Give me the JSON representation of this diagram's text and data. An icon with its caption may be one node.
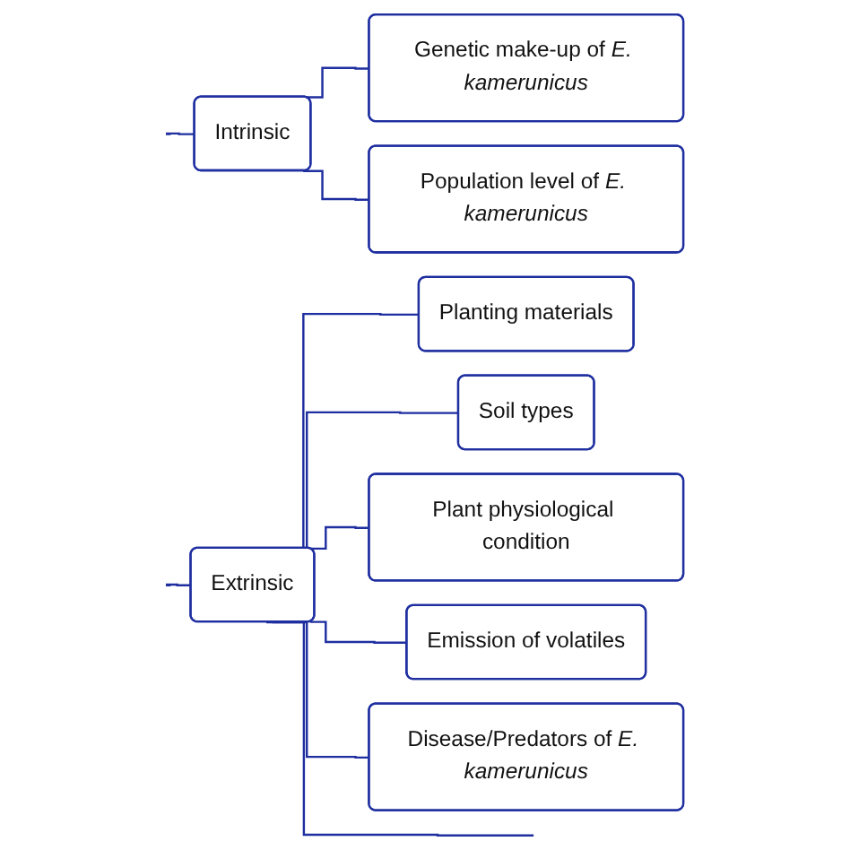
{
  "diagram": {
    "nodes": [
      {
        "text": [
          "Intrinsic"
        ]
      },
      {
        "text": [
          "Extrinsic"
        ]
      },
      {
        "text": [
          "Genetic make-up of *E. kamerunicus*"
        ]
      },
      {
        "text": [
          "Population level of *E. kamerunicus*"
        ]
      },
      {
        "text": [
          "Planting materials"
        ]
      },
      {
        "text": [
          "Soil types"
        ]
      },
      {
        "text": [
          "Plant physiological condition"
        ]
      },
      {
        "text": [
          "Emission of volatiles"
        ]
      },
      {
        "text": [
          "Disease/Predators of *E. kamerunicus*"
        ]
      }
    ],
    "edges": [
      {
        "from": null,
        "to": 0,
        "arrow": "none"
      },
      {
        "from": null,
        "to": 1,
        "arrow": "none"
      },
      {
        "from": 0,
        "to": 2,
        "arrow": "none"
      },
      {
        "from": 0,
        "to": 3,
        "arrow": "none"
      },
      {
        "from": 1,
        "to": 4,
        "arrow": "none"
      },
      {
        "from": 1,
        "to": 5,
        "arrow": "none"
      },
      {
        "from": 1,
        "to": 6,
        "arrow": "none"
      },
      {
        "from": 1,
        "to": 7,
        "arrow": "none"
      },
      {
        "from": 1,
        "to": 8,
        "arrow": "none"
      },
      {
        "from": 1,
        "to": null,
        "arrow": "none"
      }
    ]
  }
}
